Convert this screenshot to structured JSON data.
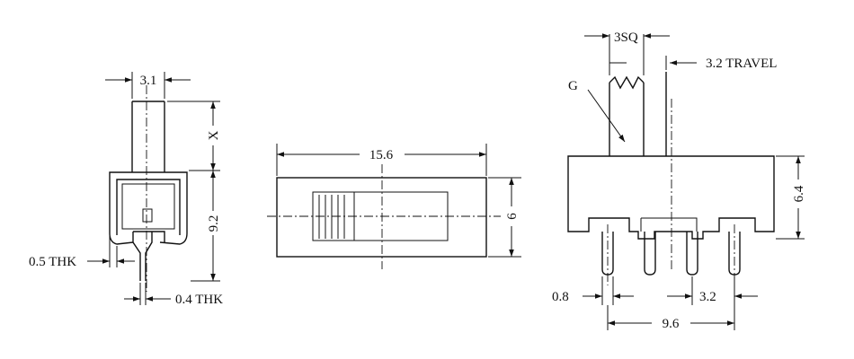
{
  "side_view": {
    "width_label": "3.1",
    "actuator_height_label": "X",
    "body_height_label": "9.2",
    "frame_thickness_label": "0.5 THK",
    "pin_thickness_label": "0.4 THK"
  },
  "top_view": {
    "length_label": "15.6",
    "height_label": "6"
  },
  "front_view": {
    "actuator_size_label": "3SQ",
    "travel_label": "3.2 TRAVEL",
    "gate_label": "G",
    "body_height_label": "6.4",
    "pin_width_label": "0.8",
    "pin_pitch_label": "3.2",
    "pin_span_label": "9.6"
  }
}
